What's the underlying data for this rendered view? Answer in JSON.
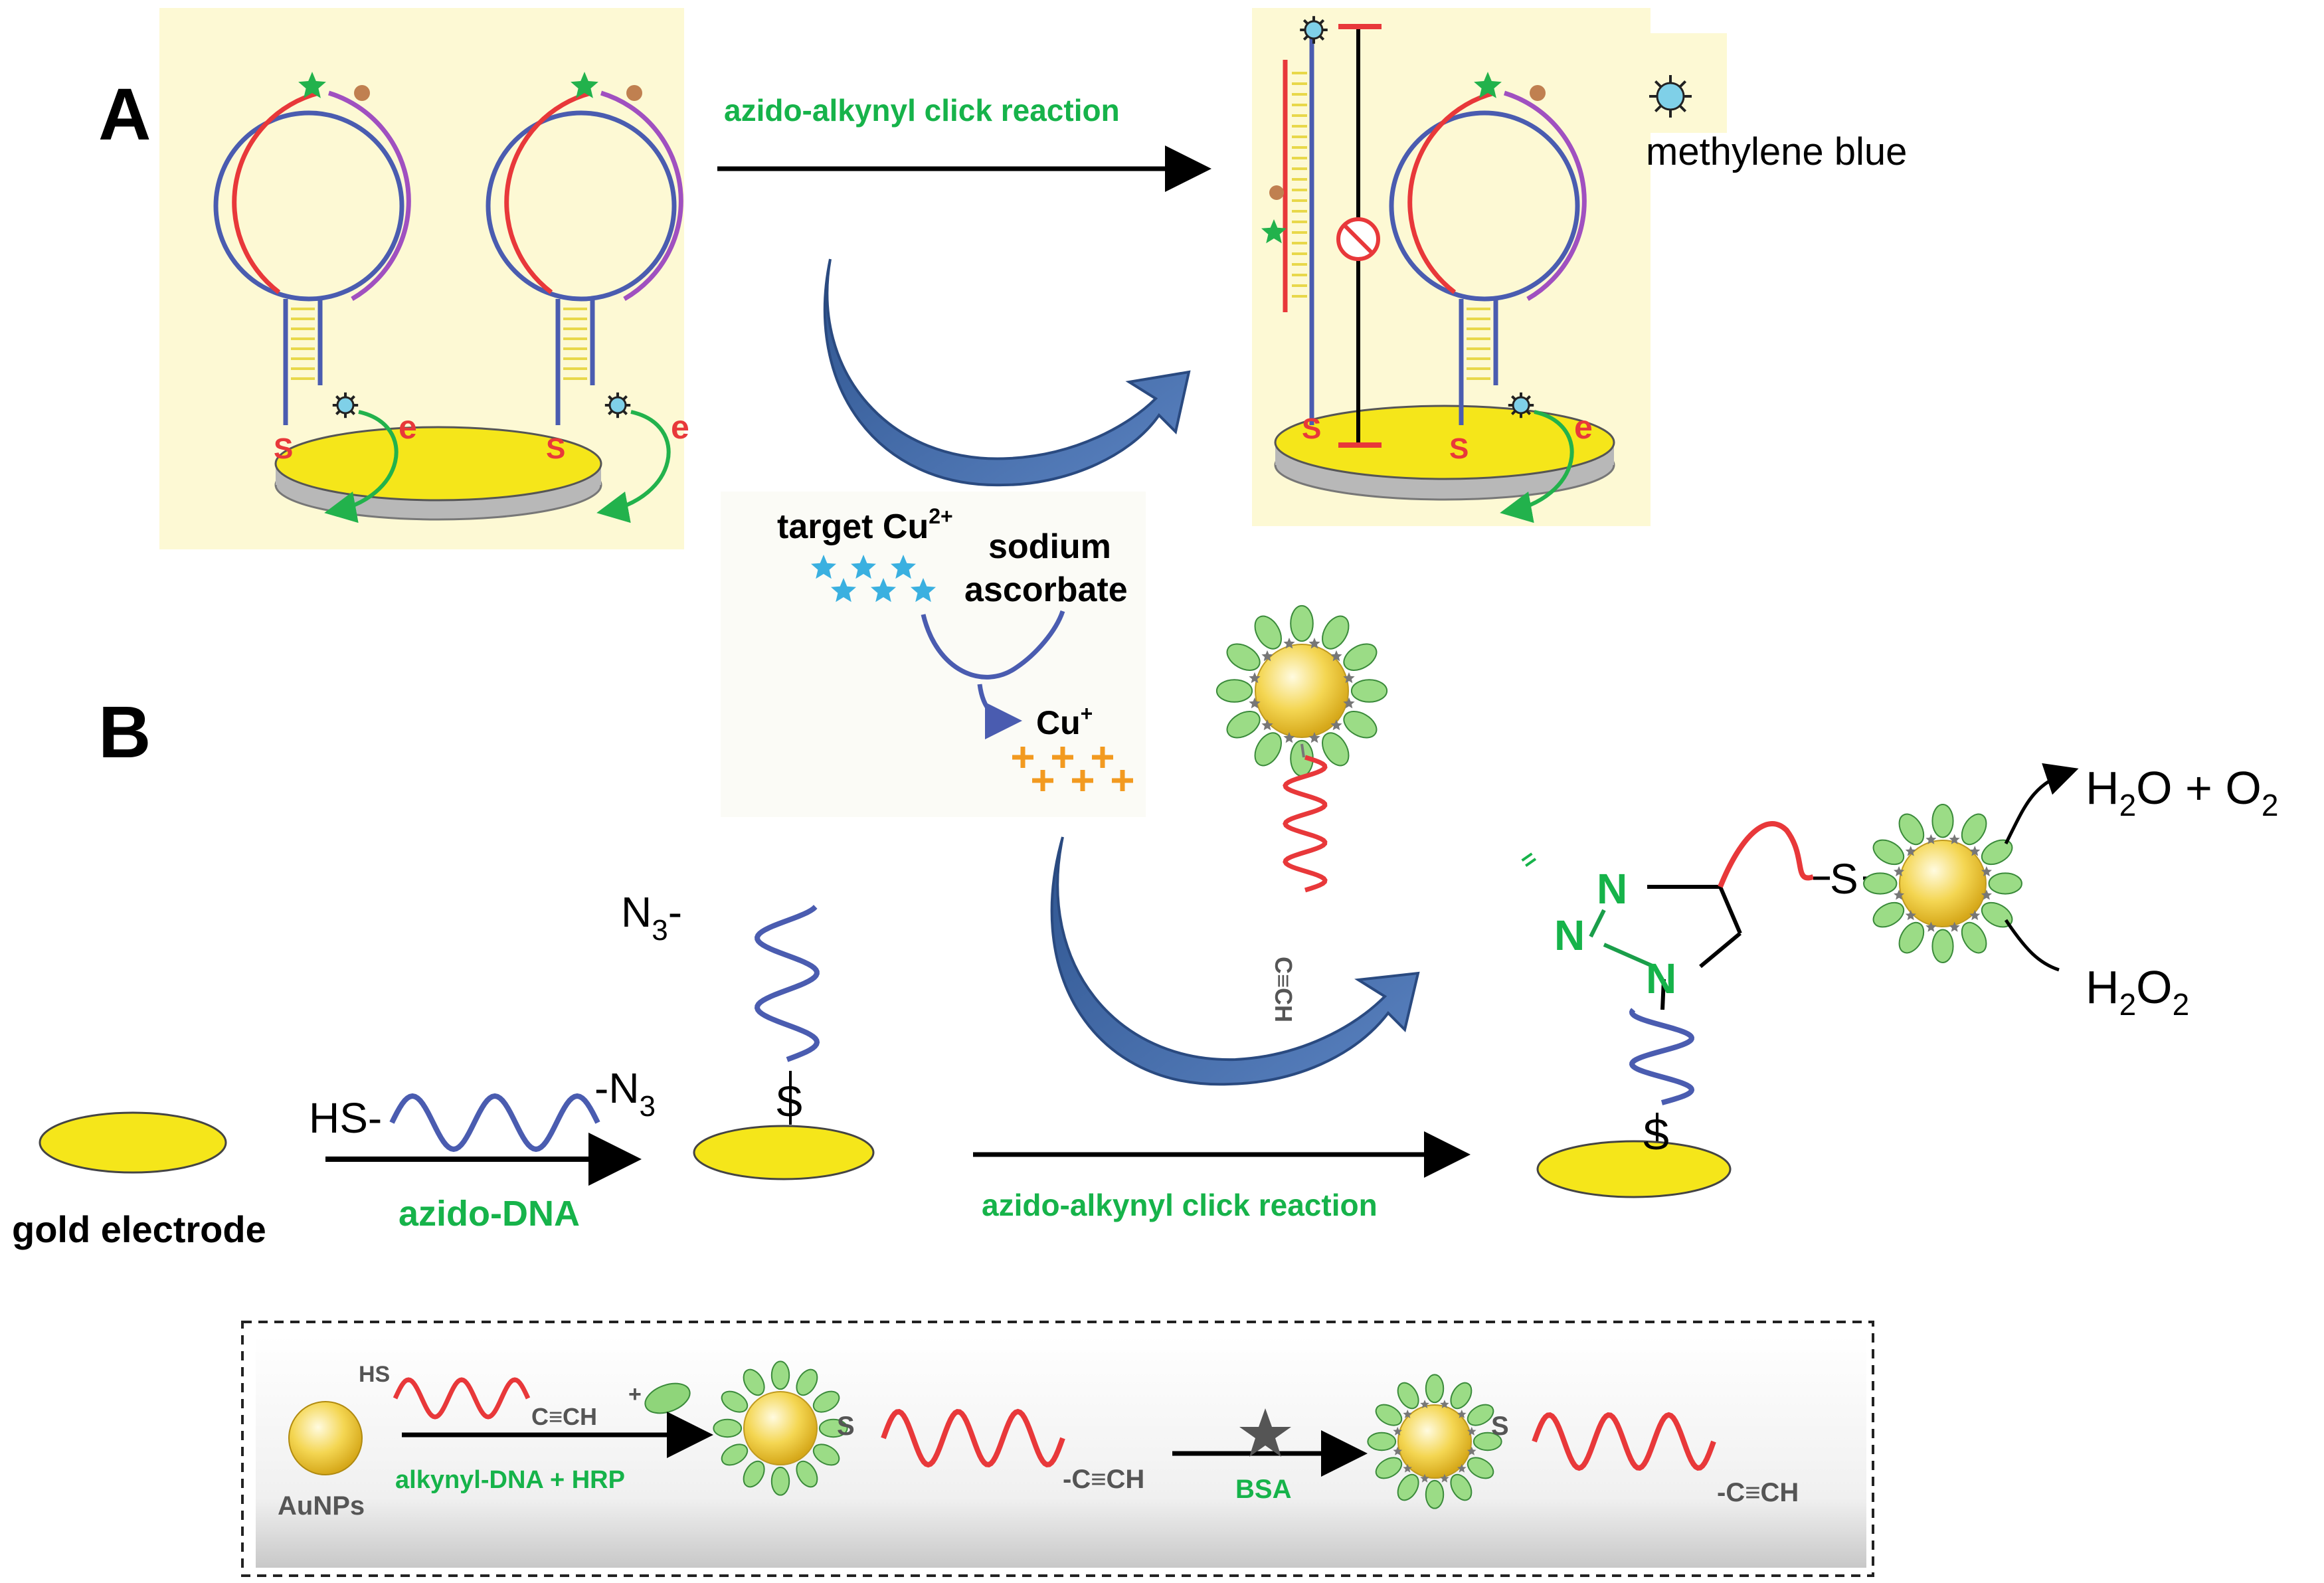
{
  "panel_a": {
    "letter": "A",
    "reaction_label": "azido-alkynyl click reaction",
    "legend_label": "methylene blue",
    "electron_label": "e",
    "electron_sup": "-",
    "sulfur": "S"
  },
  "reagents": {
    "target_line1": "target Cu",
    "target_sup": "2+",
    "sodium": "sodium",
    "ascorbate": "ascorbate",
    "cu_plus": "Cu",
    "cu_plus_sup": "+",
    "alkyne": "C≡CH"
  },
  "panel_b": {
    "letter": "B",
    "gold_electrode": "gold electrode",
    "hs": "HS-",
    "n3": "N",
    "n3_sub": "3",
    "azido_dna": "azido-DNA",
    "sulfur": "S",
    "click_label": "azido-alkynyl click reaction",
    "triazole_n": "N",
    "s_link": "S",
    "products_h2o": "H",
    "products_h2o_2": "O + O",
    "sub_2": "2",
    "h2o2_h": "H",
    "h2o2_o": "O"
  },
  "inset": {
    "hs": "HS",
    "alkyne": "C≡CH",
    "plus": "+",
    "aunps": "AuNPs",
    "step1_label": "alkynyl-DNA  + HRP",
    "s": "S",
    "chain_end": "-C≡CH",
    "step2_label": "BSA"
  },
  "colors": {
    "gold": "#f5e61a",
    "green_text": "#16b34a",
    "arrow_blue": "#3e64a0",
    "dna_blue": "#4a5cb0",
    "dna_red": "#e8383a",
    "dna_purple": "#a050c0",
    "hrp_green": "#8fd57a",
    "box_bg": "#fdf9d4"
  }
}
